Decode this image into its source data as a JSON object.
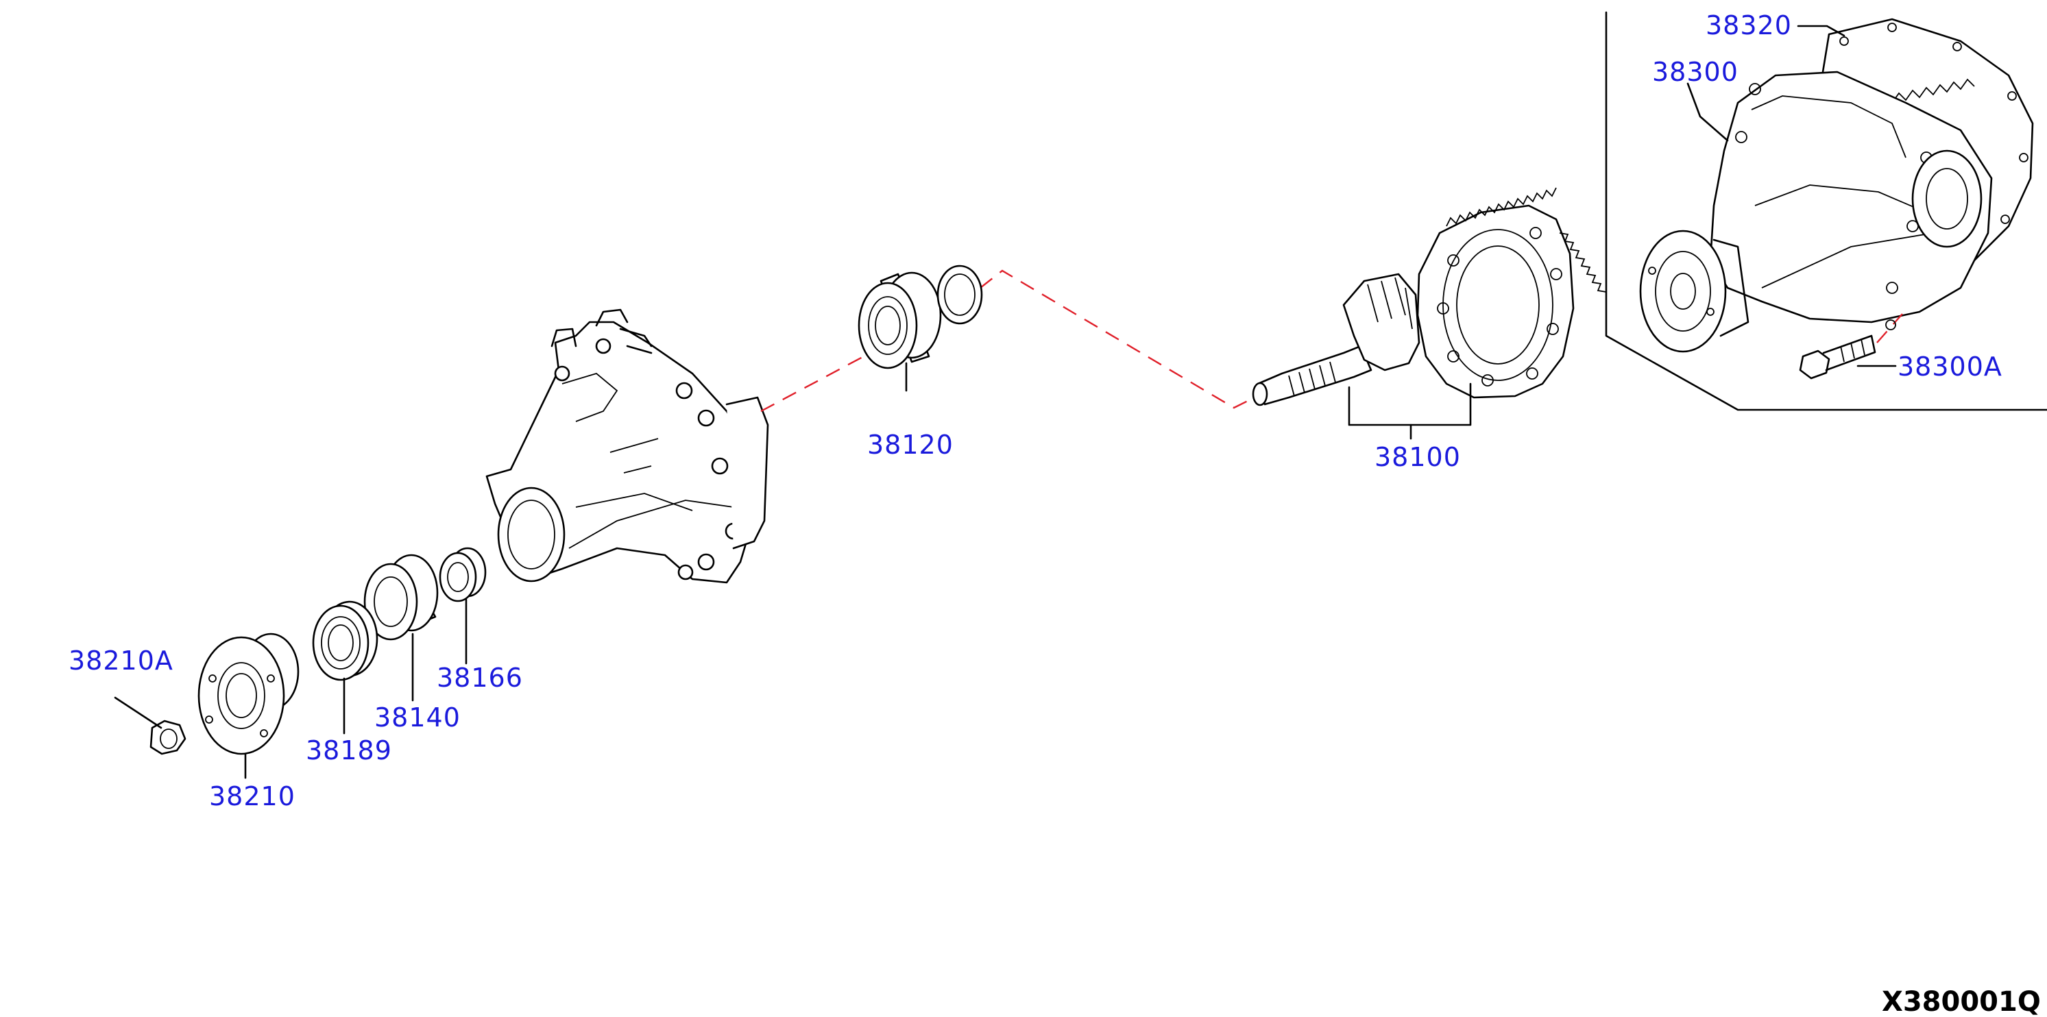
{
  "labels": {
    "p38320": "38320",
    "p38300": "38300",
    "p38300A": "38300A",
    "p38100": "38100",
    "p38120": "38120",
    "p38210A": "38210A",
    "p38210": "38210",
    "p38189": "38189",
    "p38140": "38140",
    "p38166": "38166"
  },
  "diagram_code": "X380001Q",
  "colors": {
    "label": "#1a1adc",
    "leader": "#000000",
    "assembly_path": "#e0202a"
  }
}
